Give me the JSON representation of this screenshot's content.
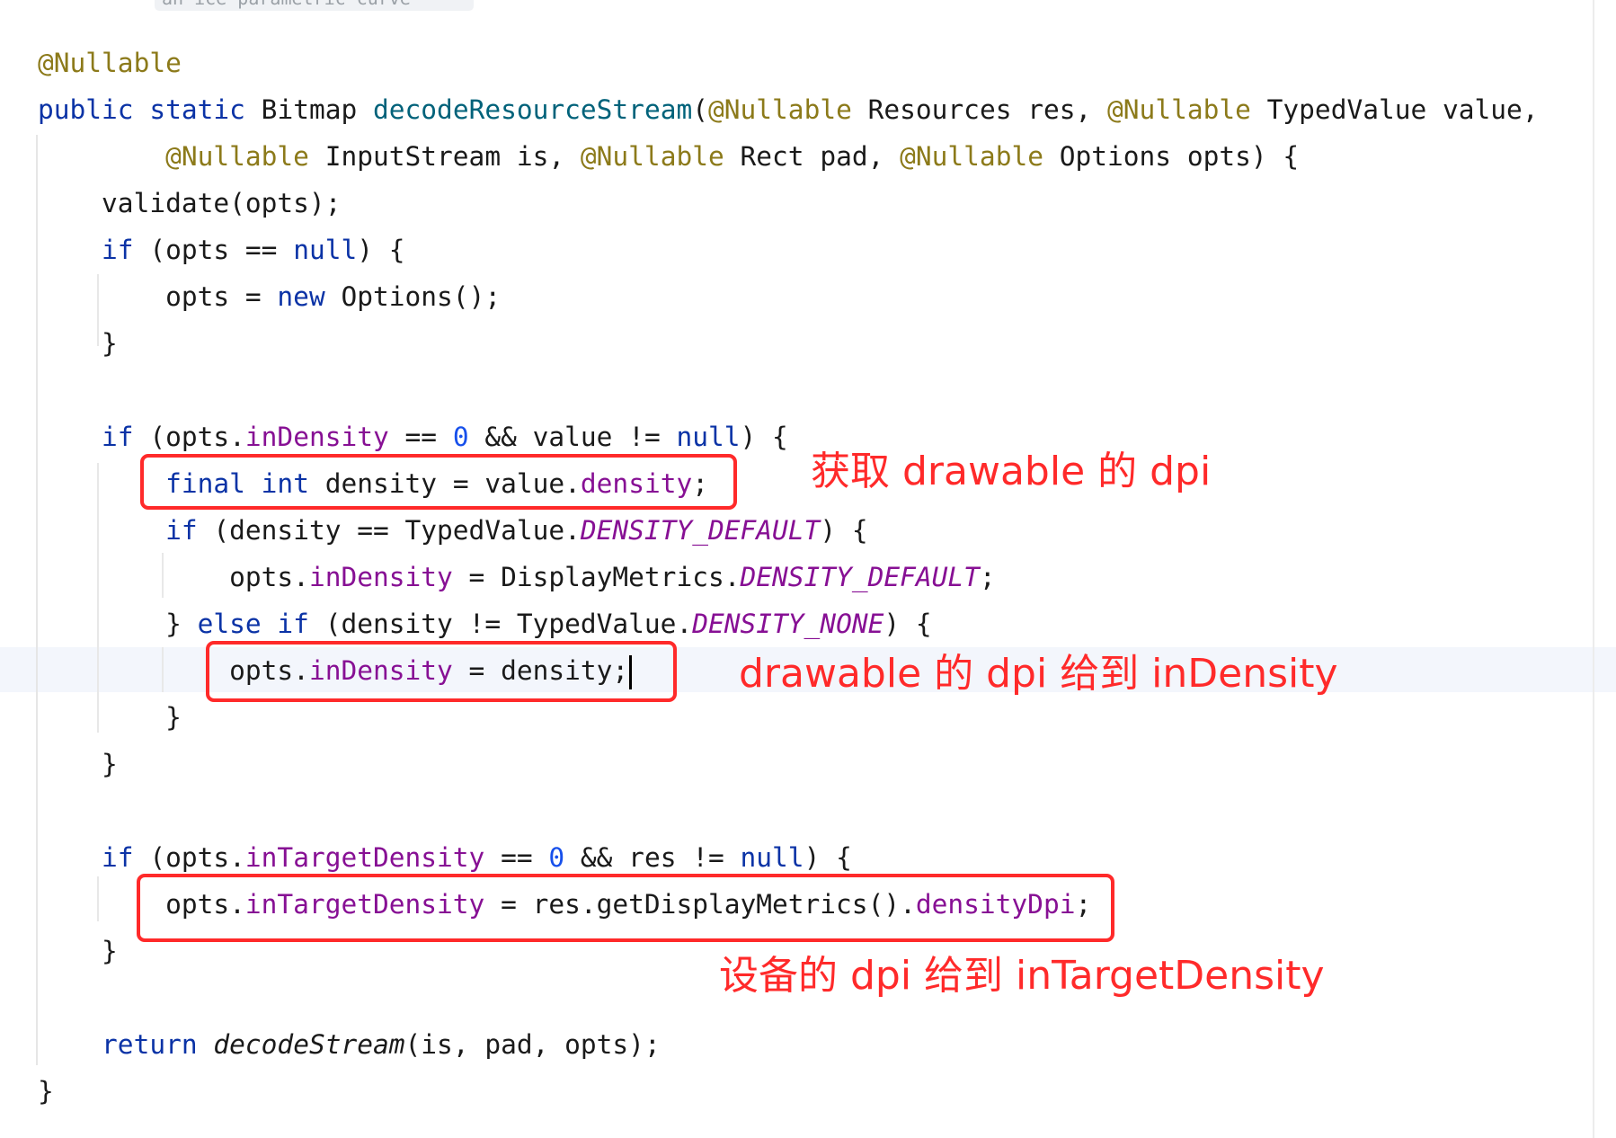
{
  "header_snippet": "an ice parametric curve",
  "lines": [
    [
      {
        "t": "@Nullable",
        "c": "ann"
      }
    ],
    [
      {
        "t": "public",
        "c": "kw"
      },
      {
        "t": " "
      },
      {
        "t": "static",
        "c": "kw"
      },
      {
        "t": " Bitmap "
      },
      {
        "t": "decodeResourceStream",
        "c": "fn"
      },
      {
        "t": "("
      },
      {
        "t": "@Nullable",
        "c": "ann"
      },
      {
        "t": " Resources res, "
      },
      {
        "t": "@Nullable",
        "c": "ann"
      },
      {
        "t": " TypedValue value,"
      }
    ],
    [
      {
        "t": "        "
      },
      {
        "t": "@Nullable",
        "c": "ann"
      },
      {
        "t": " InputStream is, "
      },
      {
        "t": "@Nullable",
        "c": "ann"
      },
      {
        "t": " Rect pad, "
      },
      {
        "t": "@Nullable",
        "c": "ann"
      },
      {
        "t": " Options opts) {"
      }
    ],
    [
      {
        "t": "    validate(opts);"
      }
    ],
    [
      {
        "t": "    "
      },
      {
        "t": "if",
        "c": "kw"
      },
      {
        "t": " (opts == "
      },
      {
        "t": "null",
        "c": "kw"
      },
      {
        "t": ") {"
      }
    ],
    [
      {
        "t": "        opts = "
      },
      {
        "t": "new",
        "c": "kw"
      },
      {
        "t": " Options();"
      }
    ],
    [
      {
        "t": "    }"
      }
    ],
    [],
    [
      {
        "t": "    "
      },
      {
        "t": "if",
        "c": "kw"
      },
      {
        "t": " (opts."
      },
      {
        "t": "inDensity",
        "c": "fld"
      },
      {
        "t": " == "
      },
      {
        "t": "0",
        "c": "num"
      },
      {
        "t": " && value != "
      },
      {
        "t": "null",
        "c": "kw"
      },
      {
        "t": ") {"
      }
    ],
    [
      {
        "t": "        "
      },
      {
        "t": "final",
        "c": "kw"
      },
      {
        "t": " "
      },
      {
        "t": "int",
        "c": "kw"
      },
      {
        "t": " density = value."
      },
      {
        "t": "density",
        "c": "fld"
      },
      {
        "t": ";"
      }
    ],
    [
      {
        "t": "        "
      },
      {
        "t": "if",
        "c": "kw"
      },
      {
        "t": " (density == TypedValue."
      },
      {
        "t": "DENSITY_DEFAULT",
        "c": "cst"
      },
      {
        "t": ") {"
      }
    ],
    [
      {
        "t": "            opts."
      },
      {
        "t": "inDensity",
        "c": "fld"
      },
      {
        "t": " = DisplayMetrics."
      },
      {
        "t": "DENSITY_DEFAULT",
        "c": "cst"
      },
      {
        "t": ";"
      }
    ],
    [
      {
        "t": "        } "
      },
      {
        "t": "else",
        "c": "kw"
      },
      {
        "t": " "
      },
      {
        "t": "if",
        "c": "kw"
      },
      {
        "t": " (density != TypedValue."
      },
      {
        "t": "DENSITY_NONE",
        "c": "cst"
      },
      {
        "t": ") {"
      }
    ],
    [
      {
        "t": "            opts."
      },
      {
        "t": "inDensity",
        "c": "fld"
      },
      {
        "t": " = density;",
        "caret": true
      }
    ],
    [
      {
        "t": "        }"
      }
    ],
    [
      {
        "t": "    }"
      }
    ],
    [],
    [
      {
        "t": "    "
      },
      {
        "t": "if",
        "c": "kw"
      },
      {
        "t": " (opts."
      },
      {
        "t": "inTargetDensity",
        "c": "fld"
      },
      {
        "t": " == "
      },
      {
        "t": "0",
        "c": "num"
      },
      {
        "t": " && res != "
      },
      {
        "t": "null",
        "c": "kw"
      },
      {
        "t": ") {"
      }
    ],
    [
      {
        "t": "        opts."
      },
      {
        "t": "inTargetDensity",
        "c": "fld"
      },
      {
        "t": " = res.getDisplayMetrics()."
      },
      {
        "t": "densityDpi",
        "c": "fld"
      },
      {
        "t": ";"
      }
    ],
    [
      {
        "t": "    }"
      }
    ],
    [],
    [
      {
        "t": "    "
      },
      {
        "t": "return",
        "c": "kw"
      },
      {
        "t": " "
      },
      {
        "t": "decodeStream",
        "c": "ital"
      },
      {
        "t": "(is, pad, opts);"
      }
    ],
    [
      {
        "t": "}"
      }
    ]
  ],
  "annotations": {
    "note_1": "获取 drawable 的 dpi",
    "note_2": "drawable 的 dpi 给到 inDensity",
    "note_3": "设备的 dpi 给到 inTargetDensity"
  },
  "colors": {
    "keyword": "#0b33a6",
    "annotation": "#8c7a1a",
    "method": "#00627a",
    "field": "#871094",
    "number": "#1750eb",
    "highlight": "#ff2a2a"
  }
}
